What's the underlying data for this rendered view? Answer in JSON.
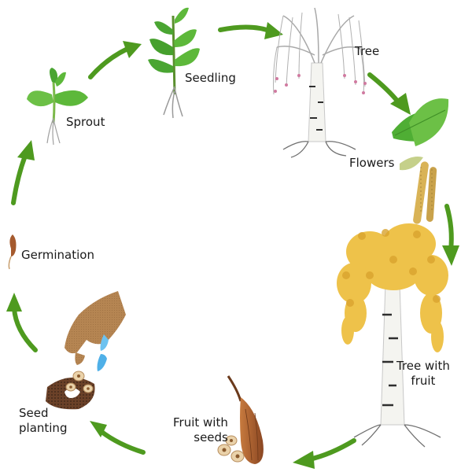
{
  "stages": [
    {
      "id": "seedling",
      "label": "Seedling"
    },
    {
      "id": "tree",
      "label": "Tree"
    },
    {
      "id": "flowers",
      "label": "Flowers"
    },
    {
      "id": "tree_with_fruit",
      "label_lines": [
        "Tree with",
        "fruit"
      ]
    },
    {
      "id": "fruit_with_seeds",
      "label_lines": [
        "Fruit with",
        "seeds"
      ]
    },
    {
      "id": "seed_planting",
      "label_lines": [
        "Seed",
        "planting"
      ]
    },
    {
      "id": "germination",
      "label": "Germination"
    },
    {
      "id": "sprout",
      "label": "Sprout"
    }
  ],
  "colors": {
    "arrow": "#4e9a1f",
    "leaf": "#5db83a",
    "leaf_dark": "#3f8f26",
    "bark": "#f4f4f0",
    "bark_mark": "#2e2e2e",
    "catkin": "#d9b356",
    "autumn_leaf": "#eec24a",
    "soil": "#5a3a26",
    "hand": "#b07f4c",
    "water": "#4fb0e8",
    "seed": "#e8c9a0",
    "fruit": "#a55a2e"
  },
  "icons": [
    "seedling-icon",
    "tree-icon",
    "flowers-icon",
    "fruit-tree-icon",
    "fruit-cone-icon",
    "seed-planting-icon",
    "germinating-seed-icon",
    "sprout-icon"
  ]
}
